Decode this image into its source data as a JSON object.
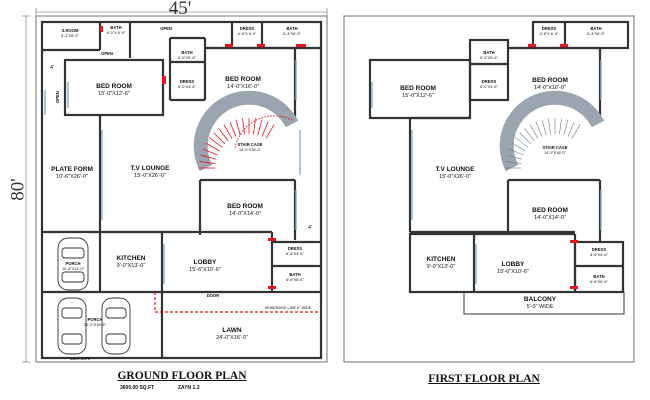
{
  "overall": {
    "width_dim": "45'",
    "height_dim": "80'",
    "side_dim": "4'",
    "side_dim2": "4'"
  },
  "ground": {
    "title": "GROUND FLOOR PLAN",
    "area": "3600.00 SQ.FT",
    "zone": "ZAYN 1.3",
    "main_gate": "MAIN GATE",
    "rooms": {
      "sroom": {
        "name": "S.ROOM",
        "dim": "5'-3\"X6'-9\""
      },
      "bath1": {
        "name": "BATH",
        "dim": "6'-0\"X 6'-9\""
      },
      "open1": "OPEN",
      "open2": "OPEN",
      "open3": "OPEN",
      "dress1": {
        "name": "DRESS",
        "dim": "4'-6\"X 6'-9\""
      },
      "bath2": {
        "name": "BATH",
        "dim": "5'-3\"X6'-9\""
      },
      "bath3": {
        "name": "BATH",
        "dim": "6'-0\"X5'-6\""
      },
      "dress2": {
        "name": "DRESS",
        "dim": "6'-0\"X4'-6\""
      },
      "bed1": {
        "name": "BED ROOM",
        "dim": "15'-0\"X12'-6\""
      },
      "bed2": {
        "name": "BED ROOM",
        "dim": "14'-0\"X16'-0\""
      },
      "stair": {
        "name": "STAIR CASE",
        "dim": "14'-0\"X16'-0\""
      },
      "platform": {
        "name": "PLATE FORM",
        "dim": "10'-6\"X26'-0\""
      },
      "lounge": {
        "name": "T.V LOUNGE",
        "dim": "15'-0\"X26'-0\""
      },
      "bed3": {
        "name": "BED ROOM",
        "dim": "14'-0\"X14'-0\""
      },
      "kitchen": {
        "name": "KITCHEN",
        "dim": "9'-0\"X13'-0\""
      },
      "lobby": {
        "name": "LOBBY",
        "dim": "15'-6\"X10'-6\""
      },
      "dress3": {
        "name": "DRESS",
        "dim": "6'-6\"X4'-6\""
      },
      "bath4": {
        "name": "BATH",
        "dim": "6'-6\"X6'-6\""
      },
      "porch1": {
        "name": "PORCH",
        "dim": "10'-6\"X14'-0\""
      },
      "porch2": {
        "name": "PORCH",
        "dim": "20'-0\"X16'-6\""
      },
      "lawn": {
        "name": "LAWN",
        "dim": "24'-0\"X16'-0\""
      },
      "door": "DOOR",
      "sewer": "SEWERAGE LINE 6\" WIDE"
    }
  },
  "first": {
    "title": "FIRST FLOOR PLAN",
    "rooms": {
      "dress1": {
        "name": "DRESS",
        "dim": "4'-6\"X 6'-9\""
      },
      "bath1": {
        "name": "BATH",
        "dim": "5'-3\"X6'-9\""
      },
      "bath2": {
        "name": "BATH",
        "dim": "6'-0\"X5'-6\""
      },
      "dress2": {
        "name": "DRESS",
        "dim": "6'-0\"X4'-6\""
      },
      "bed1": {
        "name": "BED ROOM",
        "dim": "15'-0\"X12'-6\""
      },
      "bed2": {
        "name": "BED ROOM",
        "dim": "14'-0\"X16'-0\""
      },
      "stair": {
        "name": "STAIR CASE",
        "dim": "14'-0\"X16'-0\""
      },
      "lounge": {
        "name": "T.V LOUNGE",
        "dim": "15'-0\"X26'-0\""
      },
      "bed3": {
        "name": "BED ROOM",
        "dim": "14'-0\"X14'-0\""
      },
      "kitchen": {
        "name": "KITCHEN",
        "dim": "9'-0\"X13'-0\""
      },
      "lobby": {
        "name": "LOBBY",
        "dim": "15'-6\"X10'-6\""
      },
      "dress3": {
        "name": "DRESS",
        "dim": "6'-6\"X4'-6\""
      },
      "bath3": {
        "name": "BATH",
        "dim": "6'-6\"X6'-6\""
      },
      "balcony": {
        "name": "BALCONY",
        "dim": "5'-0\" WIDE"
      }
    }
  },
  "colors": {
    "wall": "#333333",
    "glass": "#7fb3c8",
    "red": "#e8141c",
    "stair": "#9aa5b0",
    "frame": "#888888"
  }
}
